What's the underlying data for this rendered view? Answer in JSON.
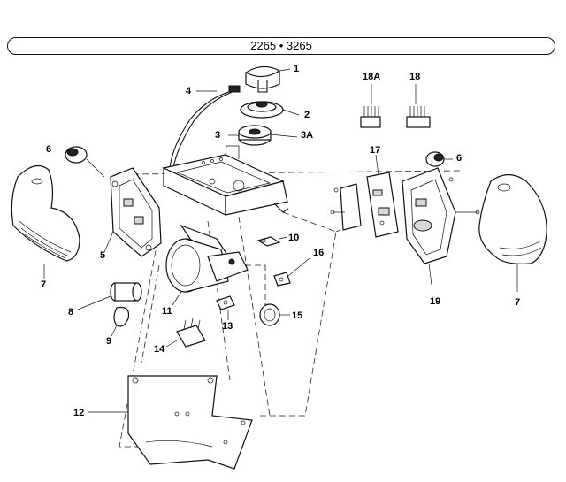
{
  "header": {
    "model_title": "2265 • 3265"
  },
  "callouts": {
    "c1": "1",
    "c2": "2",
    "c3": "3",
    "c3a": "3A",
    "c4": "4",
    "c5": "5",
    "c6_left": "6",
    "c6_right": "6",
    "c7_left": "7",
    "c7_right": "7",
    "c8": "8",
    "c9": "9",
    "c10": "10",
    "c11": "11",
    "c12": "12",
    "c13": "13",
    "c14": "14",
    "c15": "15",
    "c16": "16",
    "c17": "17",
    "c18": "18",
    "c18a": "18A",
    "c19": "19"
  }
}
